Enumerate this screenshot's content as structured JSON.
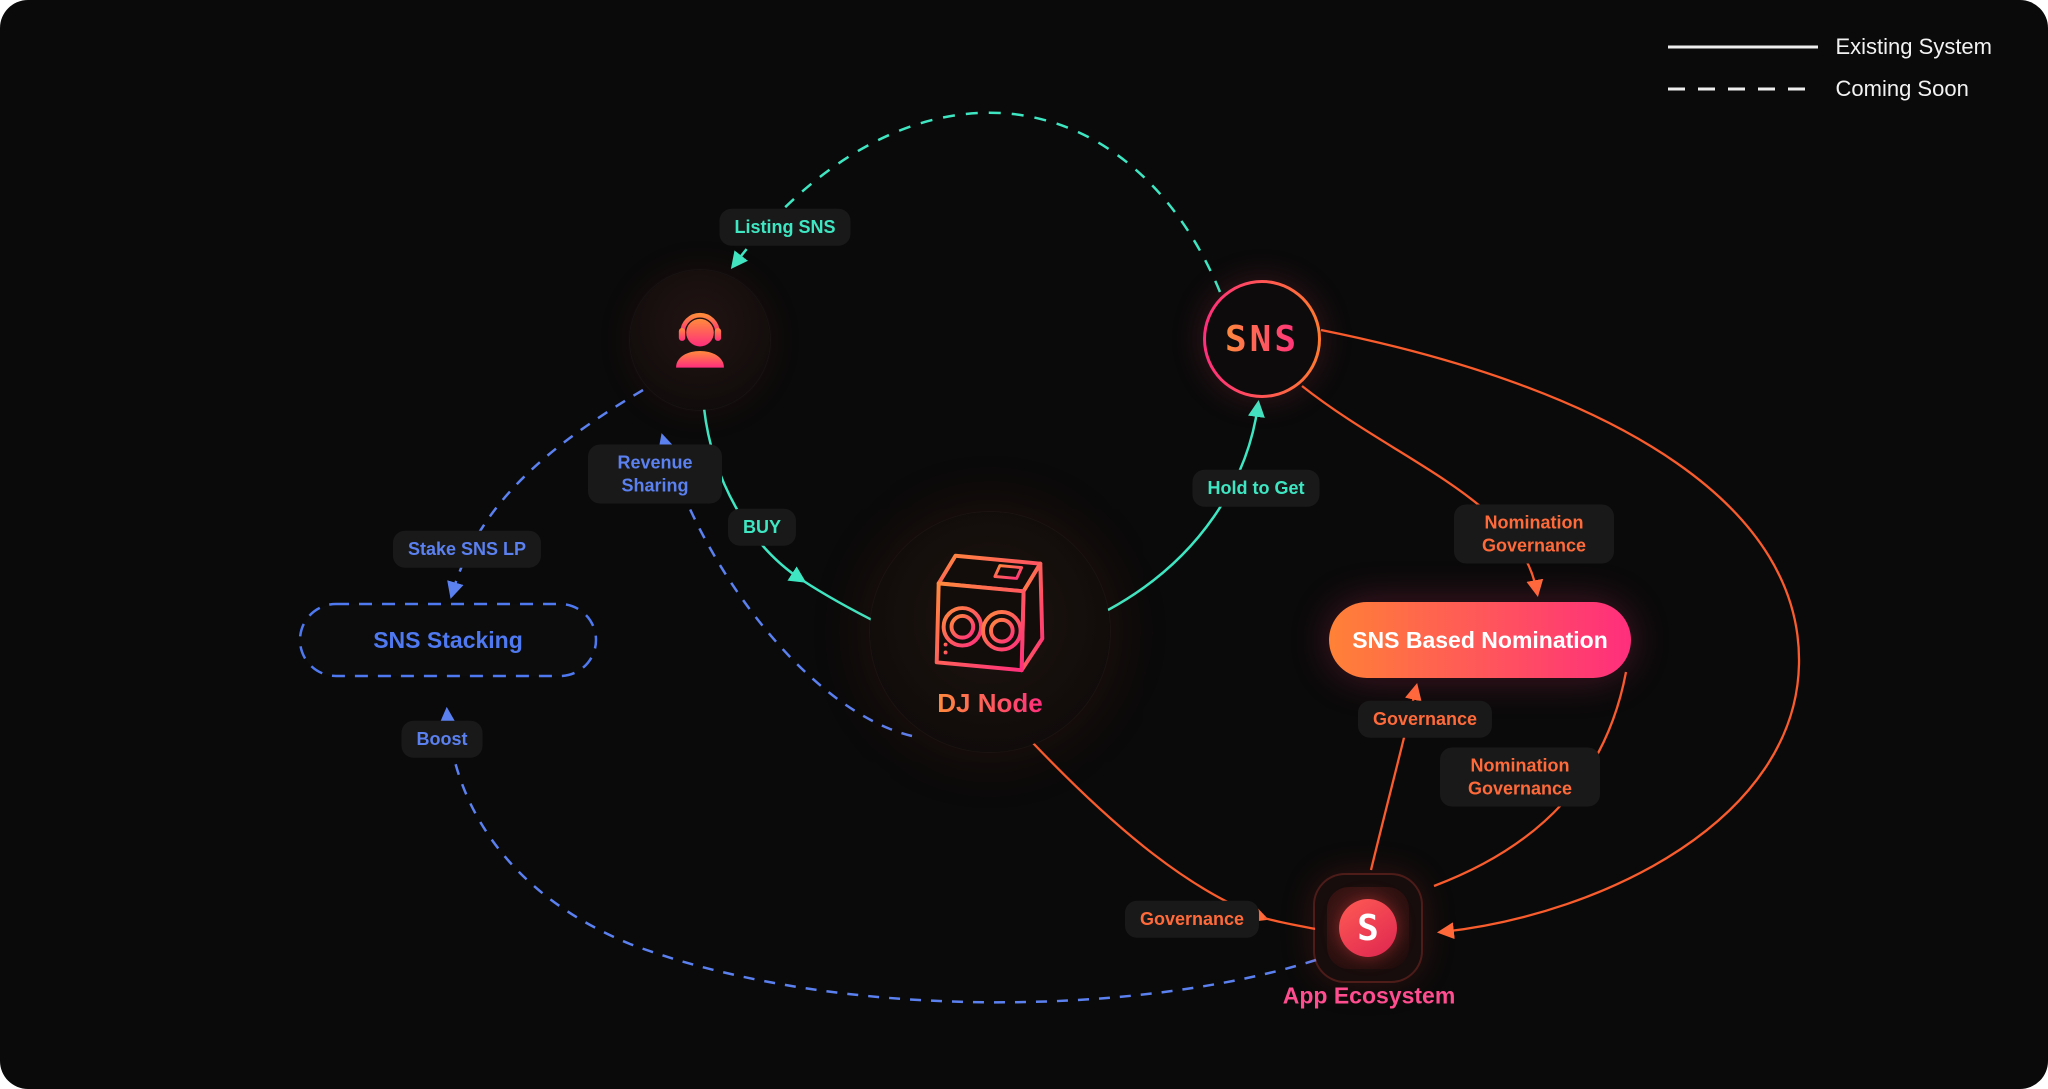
{
  "legend": {
    "items": [
      {
        "label": "Existing System",
        "style": "solid"
      },
      {
        "label": "Coming Soon",
        "style": "dashed"
      }
    ]
  },
  "nodes": {
    "user": {
      "icon": "dj-user-icon"
    },
    "sns_token": {
      "label": "SNS"
    },
    "dj_node": {
      "label": "DJ Node"
    },
    "sns_stacking": {
      "label": "SNS Stacking"
    },
    "sns_based_nomination": {
      "label": "SNS Based Nomination"
    },
    "app_ecosystem": {
      "label": "App Ecosystem",
      "icon_letter": "S"
    }
  },
  "edges": {
    "listing_sns": {
      "label": "Listing SNS",
      "color": "teal",
      "style": "dashed"
    },
    "buy": {
      "label": "BUY",
      "color": "teal",
      "style": "solid"
    },
    "hold_to_get": {
      "label": "Hold to Get",
      "color": "teal",
      "style": "solid"
    },
    "revenue_sharing": {
      "label": "Revenue Sharing",
      "color": "blue",
      "style": "dashed"
    },
    "stake_sns_lp": {
      "label": "Stake SNS LP",
      "color": "blue",
      "style": "dashed"
    },
    "boost": {
      "label": "Boost",
      "color": "blue",
      "style": "dashed"
    },
    "nomination_governance_top": {
      "label": "Nomination Governance",
      "color": "orange",
      "style": "solid"
    },
    "governance_mid": {
      "label": "Governance",
      "color": "orange",
      "style": "solid"
    },
    "nomination_governance_right": {
      "label": "Nomination Governance",
      "color": "orange",
      "style": "solid"
    },
    "governance_bottom": {
      "label": "Governance",
      "color": "orange",
      "style": "solid"
    }
  },
  "colors": {
    "background": "#0a0a0a",
    "teal": "#3fe6c2",
    "blue": "#5b80f0",
    "orange": "#f95c2d",
    "pink": "#ff2e7d",
    "gradient_start": "#ff8a3c",
    "gradient_end": "#ff2e7d"
  }
}
